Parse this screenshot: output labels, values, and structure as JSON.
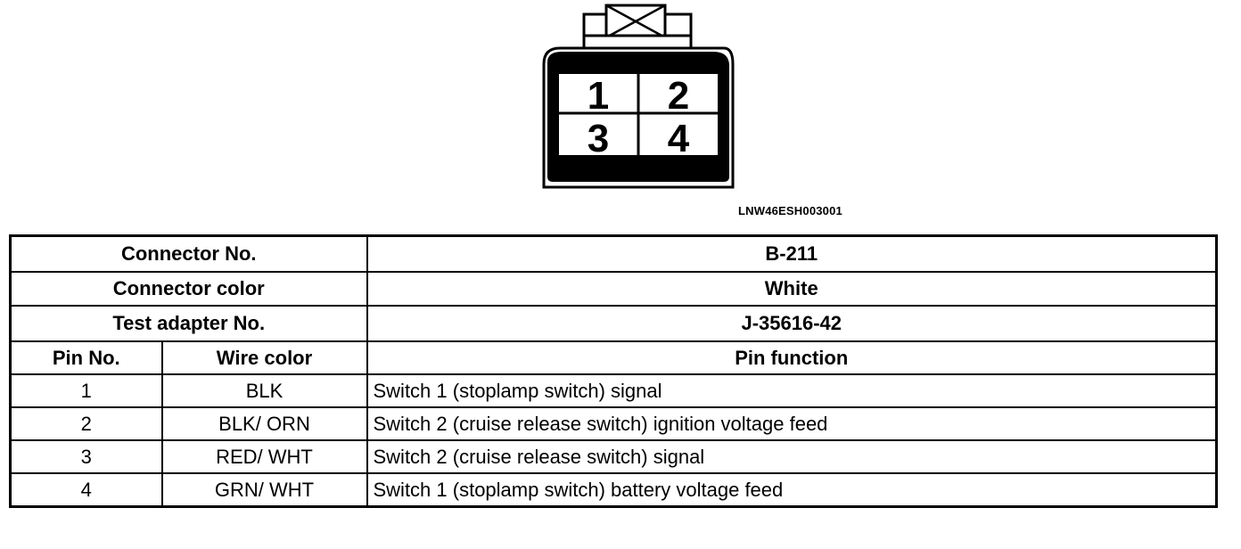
{
  "connector_diagram": {
    "pins": [
      "1",
      "2",
      "3",
      "4"
    ],
    "code": "LNW46ESH003001"
  },
  "table": {
    "connector_no_label": "Connector No.",
    "connector_no_value": "B-211",
    "connector_color_label": "Connector color",
    "connector_color_value": "White",
    "test_adapter_label": "Test adapter No.",
    "test_adapter_value": "J-35616-42",
    "columns": [
      "Pin No.",
      "Wire color",
      "Pin function"
    ],
    "rows": [
      {
        "pin": "1",
        "wire": "BLK",
        "function": "Switch 1 (stoplamp switch) signal"
      },
      {
        "pin": "2",
        "wire": "BLK/ ORN",
        "function": "Switch 2 (cruise release switch) ignition voltage feed"
      },
      {
        "pin": "3",
        "wire": "RED/ WHT",
        "function": "Switch 2 (cruise release switch) signal"
      },
      {
        "pin": "4",
        "wire": "GRN/ WHT",
        "function": "Switch 1 (stoplamp switch) battery voltage feed"
      }
    ]
  }
}
